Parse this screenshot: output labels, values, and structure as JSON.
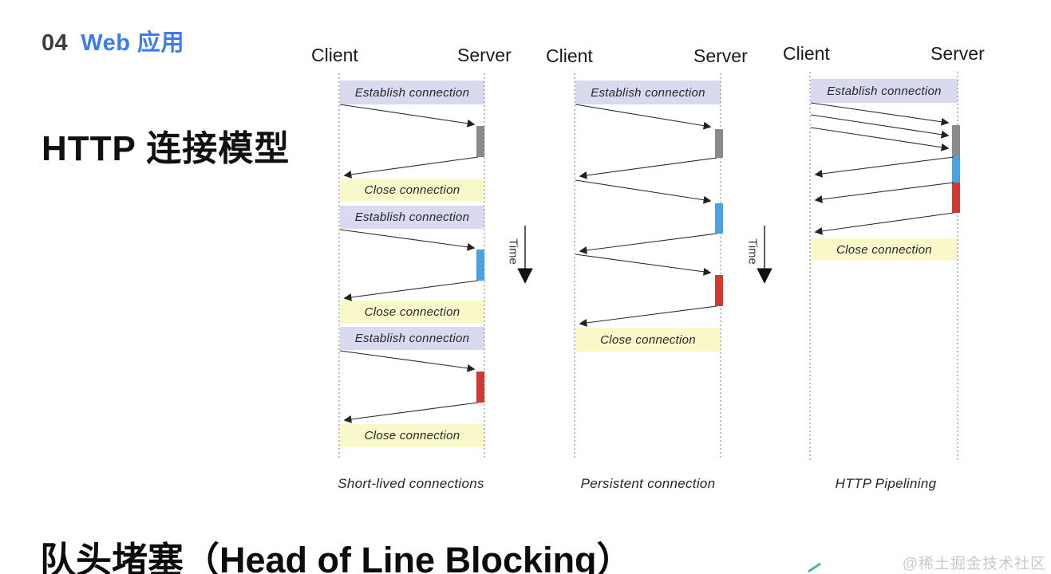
{
  "page": {
    "section_number": "04",
    "section_title": "Web 应用",
    "slide_title": "HTTP 连接模型",
    "bottom_heading": "队头堵塞（Head of Line Blocking）",
    "watermark": "@稀土掘金技术社区"
  },
  "labels": {
    "client": "Client",
    "server": "Server",
    "establish": "Establish connection",
    "close": "Close connection",
    "time": "Time"
  },
  "colors": {
    "accent_blue": "#3B7DEE",
    "section_number": "#3D3D3D",
    "band_establish": "#D9D9F0",
    "band_close": "#F8F8C9",
    "bar_gray": "#8A8A8A",
    "bar_blue": "#4BA1E4",
    "bar_red": "#D03A32",
    "arrow": "#2B2B2B",
    "lifeline": "#8F8F8F",
    "watermark": "#C9C9C9",
    "teal_mark": "#49B2A2"
  },
  "diagrams": [
    {
      "caption": "Short-lived connections",
      "connections_opened": 3,
      "sequence": [
        "establish connection",
        "request",
        "server processing (gray)",
        "response",
        "close connection",
        "establish connection",
        "request",
        "server processing (blue)",
        "response",
        "close connection",
        "establish connection",
        "request",
        "server processing (red)",
        "response",
        "close connection"
      ]
    },
    {
      "caption": "Persistent connection",
      "connections_opened": 1,
      "sequence": [
        "establish connection",
        "request",
        "server processing (gray)",
        "response",
        "request",
        "server processing (blue)",
        "response",
        "request",
        "server processing (red)",
        "response",
        "close connection"
      ]
    },
    {
      "caption": "HTTP Pipelining",
      "connections_opened": 1,
      "sequence": [
        "establish connection",
        "request 1",
        "request 2",
        "request 3",
        "server processing (gray, blue, red)",
        "response 1",
        "response 2",
        "response 3",
        "close connection"
      ]
    }
  ]
}
